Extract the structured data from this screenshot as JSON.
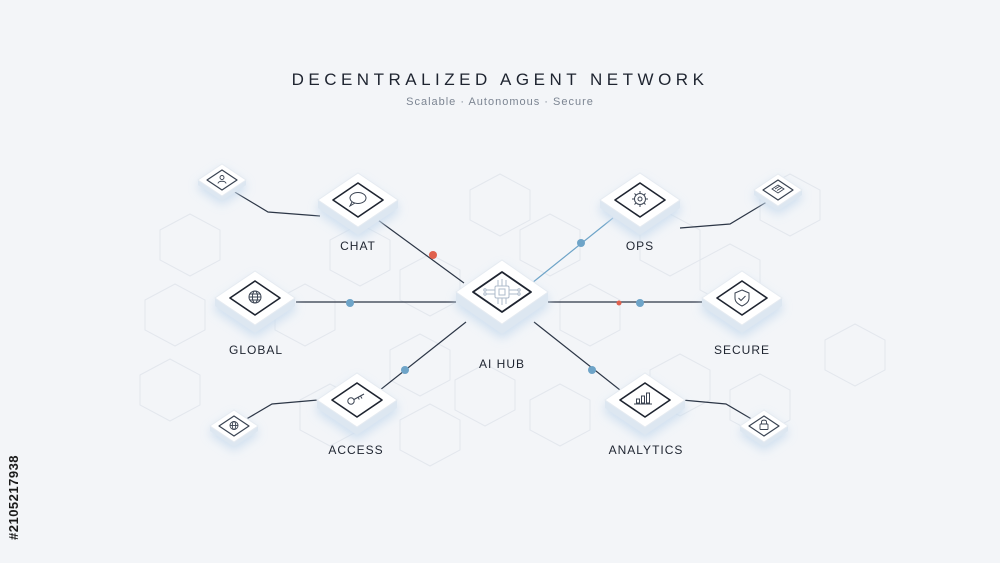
{
  "header": {
    "title": "DECENTRALIZED AGENT NETWORK",
    "subtitle": "Scalable · Autonomous · Secure"
  },
  "nodes": {
    "hub": {
      "label": "AI HUB",
      "icon": "chip-icon"
    },
    "chat": {
      "label": "CHAT",
      "icon": "chat-bubble-icon"
    },
    "ops": {
      "label": "OPS",
      "icon": "gear-icon"
    },
    "global": {
      "label": "GLOBAL",
      "icon": "globe-icon"
    },
    "secure": {
      "label": "SECURE",
      "icon": "shield-check-icon"
    },
    "access": {
      "label": "ACCESS",
      "icon": "key-icon"
    },
    "analytics": {
      "label": "ANALYTICS",
      "icon": "bar-chart-icon"
    }
  },
  "satellites": {
    "top_left": {
      "icon": "user-icon"
    },
    "top_right": {
      "icon": "document-icon"
    },
    "bottom_left": {
      "icon": "globe-icon"
    },
    "bottom_right": {
      "icon": "lock-icon"
    }
  },
  "watermark": "#2105217938",
  "colors": {
    "background": "#f3f5f8",
    "line": "#2c3646",
    "accent_blue": "#6ea4c8",
    "accent_red": "#e0614e",
    "tile_shadow": "#c9dcee"
  }
}
